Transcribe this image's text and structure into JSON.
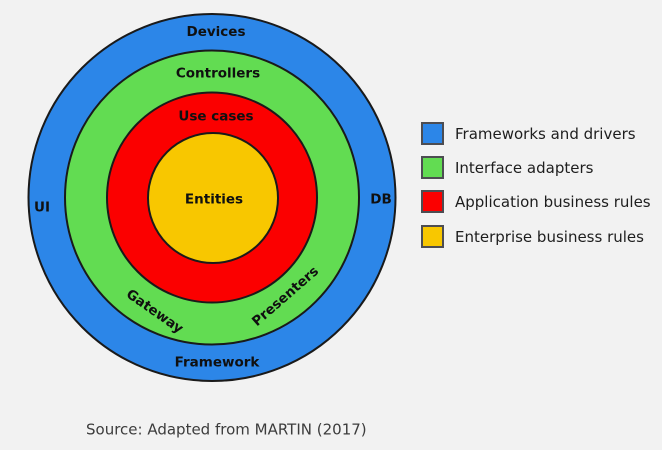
{
  "palette": {
    "background": "#F2F2F2",
    "frameworks_blue": "#2C86E8",
    "adapters_green": "#62DC52",
    "application_red": "#FB0000",
    "enterprise_yellow": "#F8C700",
    "circle_stroke": "#1A1A1A"
  },
  "diagram": {
    "ring_labels": {
      "devices": "Devices",
      "controllers": "Controllers",
      "use_cases": "Use cases",
      "entities": "Entities",
      "ui": "UI",
      "db": "DB",
      "gateway": "Gateway",
      "presenters": "Presenters",
      "framework": "Framework"
    }
  },
  "legend": {
    "items": [
      {
        "label": "Frameworks and drivers",
        "color": "#2C86E8"
      },
      {
        "label": "Interface adapters",
        "color": "#62DC52"
      },
      {
        "label": "Application business rules",
        "color": "#FB0000"
      },
      {
        "label": "Enterprise business rules",
        "color": "#F8C700"
      }
    ]
  },
  "caption": {
    "source": "Source: Adapted from MARTIN (2017)"
  }
}
